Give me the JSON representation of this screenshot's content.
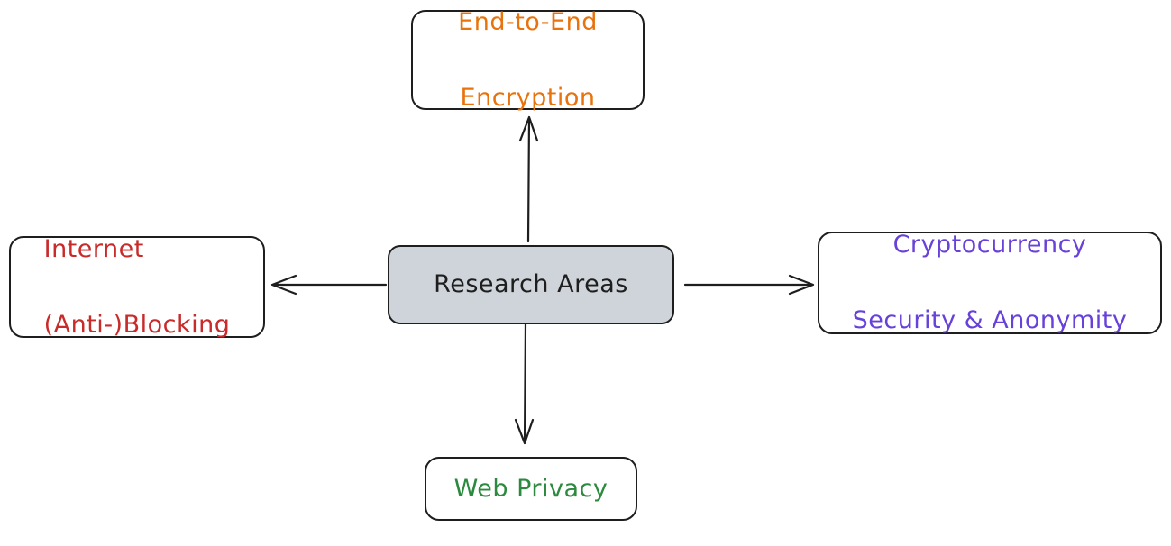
{
  "diagram": {
    "center": {
      "lines": [
        "Research Areas"
      ],
      "color": "#1e1e1e",
      "fill": "#ced4da"
    },
    "top": {
      "lines": [
        "End-to-End",
        "Encryption"
      ],
      "color": "#e8730c"
    },
    "left": {
      "lines": [
        "Internet",
        "(Anti-)Blocking"
      ],
      "color": "#c92a2a"
    },
    "right": {
      "lines": [
        "Cryptocurrency",
        "Security & Anonymity"
      ],
      "color": "#6741d9"
    },
    "bottom": {
      "lines": [
        "Web Privacy"
      ],
      "color": "#2b8a3e"
    }
  }
}
